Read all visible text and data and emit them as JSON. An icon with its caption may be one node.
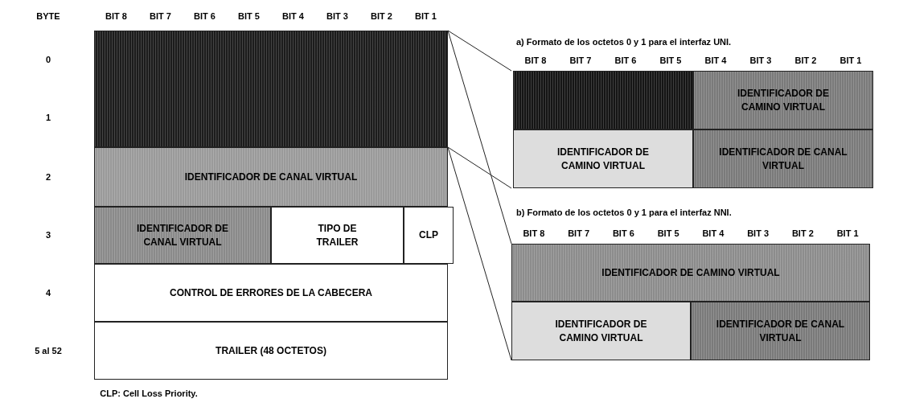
{
  "diagram": {
    "nodes": [
      {
        "text": [],
        "shape": "box"
      },
      {
        "text": [
          "IDENTIFICADOR DE CANAL VIRTUAL"
        ]
      },
      {
        "text": [
          "IDENTIFICADOR DE CANAL VIRTUAL"
        ]
      },
      {
        "text": [
          "TIPO DE TRAILER"
        ]
      },
      {
        "text": [
          "CLP"
        ]
      },
      {
        "text": [
          "CONTROL DE ERRORES DE LA CABECERA"
        ]
      },
      {
        "text": [
          "TRAILER (48 OCTETOS)"
        ]
      },
      {
        "text": [
          "a) Formato de los octetos 0 y 1 para el interfaz UNI."
        ]
      },
      {
        "text": [],
        "shape": "box",
        "in": 7
      },
      {
        "text": [
          "IDENTIFICADOR DE CAMINO VIRTUAL"
        ],
        "in": 7
      },
      {
        "text": [
          "IDENTIFICADOR DE CAMINO VIRTUAL"
        ],
        "in": 7
      },
      {
        "text": [
          "IDENTIFICADOR DE CANAL VIRTUAL"
        ],
        "in": 7
      },
      {
        "text": [
          "b) Formato de los octetos 0 y 1 para el interfaz NNI."
        ]
      },
      {
        "text": [
          "IDENTIFICADOR DE CAMINO VIRTUAL"
        ],
        "in": 12
      },
      {
        "text": [
          "IDENTIFICADOR DE CAMINO VIRTUAL"
        ],
        "in": 12
      },
      {
        "text": [
          "IDENTIFICADOR DE CANAL VIRTUAL"
        ],
        "in": 12
      }
    ],
    "edges": [
      {
        "from": 0,
        "to": 7,
        "arrow": "none"
      },
      {
        "from": 0,
        "to": 7,
        "arrow": "none"
      },
      {
        "from": 0,
        "to": 12,
        "arrow": "none"
      },
      {
        "from": 0,
        "to": 12,
        "arrow": "none"
      }
    ],
    "labels": [
      "BYTE",
      "BIT 8",
      "BIT 7",
      "BIT 6",
      "BIT 5",
      "BIT 4",
      "BIT 3",
      "BIT 2",
      "BIT 1",
      "0",
      "1",
      "2",
      "3",
      "4",
      "5 al 52",
      "BIT 8",
      "BIT 7",
      "BIT 6",
      "BIT 5",
      "BIT 4",
      "BIT 3",
      "BIT 2",
      "BIT 1",
      "BIT 8",
      "BIT 7",
      "BIT 6",
      "BIT 5",
      "BIT 4",
      "BIT 3",
      "BIT 2",
      "BIT 1",
      "CLP: Cell Loss Priority."
    ]
  }
}
